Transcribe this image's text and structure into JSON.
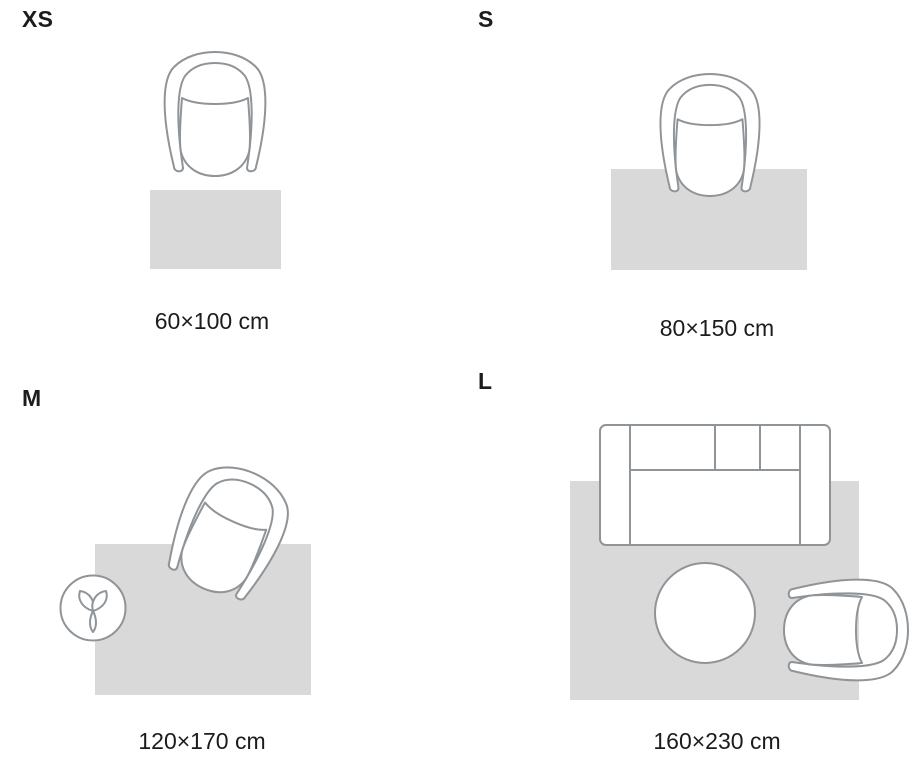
{
  "sizes": [
    {
      "id": "xs",
      "label": "XS",
      "dimensions": "60×100 cm"
    },
    {
      "id": "s",
      "label": "S",
      "dimensions": "80×150 cm"
    },
    {
      "id": "m",
      "label": "M",
      "dimensions": "120×170 cm"
    },
    {
      "id": "l",
      "label": "L",
      "dimensions": "160×230 cm"
    }
  ],
  "colors": {
    "rug_fill": "#d9d9d9",
    "furniture_outline": "#8f9499",
    "furniture_fill": "#ffffff",
    "text": "#1c1c1e",
    "background": "#ffffff"
  },
  "icons": {
    "xs": [
      "armchair-top-view-icon"
    ],
    "s": [
      "armchair-top-view-icon"
    ],
    "m": [
      "armchair-top-view-icon",
      "plant-top-view-icon"
    ],
    "l": [
      "sofa-top-view-icon",
      "round-coffee-table-icon",
      "armchair-top-view-icon"
    ]
  }
}
